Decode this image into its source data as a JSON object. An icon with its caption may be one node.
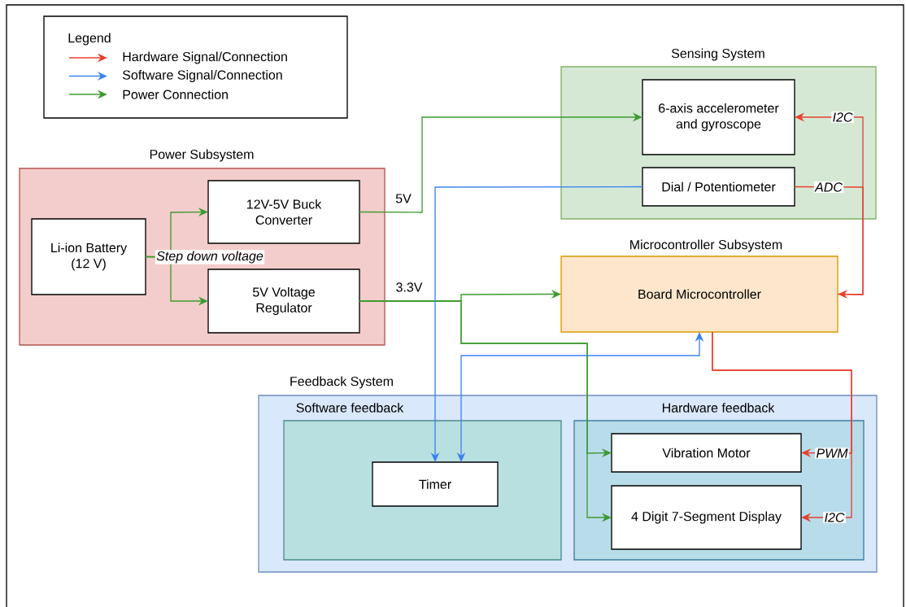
{
  "diagram": {
    "nodes": [
      {
        "text": [
          "Power Subsystem"
        ]
      },
      {
        "text": [
          "Li-ion Battery (12 V)"
        ],
        "in": 0
      },
      {
        "text": [
          "12V-5V Buck Converter"
        ],
        "in": 0
      },
      {
        "text": [
          "5V Voltage Regulator"
        ],
        "in": 0
      },
      {
        "text": [
          "Sensing System"
        ]
      },
      {
        "text": [
          "6-axis accelerometer and gyroscope"
        ],
        "in": 4
      },
      {
        "text": [
          "Dial / Potentiometer"
        ],
        "in": 4
      },
      {
        "text": [
          "Microcontroller Subsystem",
          "Board Microcontroller"
        ]
      },
      {
        "text": [
          "Feedback System"
        ]
      },
      {
        "text": [
          "Software feedback"
        ],
        "in": 8
      },
      {
        "text": [
          "Timer"
        ],
        "in": 9
      },
      {
        "text": [
          "Hardware feedback"
        ],
        "in": 8
      },
      {
        "text": [
          "Vibration Motor"
        ],
        "in": 11
      },
      {
        "text": [
          "4 Digit 7-Segment Display"
        ],
        "in": 11
      }
    ],
    "edges": [
      {
        "from": 1,
        "to": 2,
        "arrow": "to",
        "label": "Step down voltage",
        "color": "#3d9a2e"
      },
      {
        "from": 1,
        "to": 3,
        "arrow": "to",
        "color": "#3d9a2e"
      },
      {
        "from": 2,
        "to": 5,
        "arrow": "to",
        "label": "5V",
        "color": "#3d9a2e"
      },
      {
        "from": 3,
        "to": 7,
        "arrow": "to",
        "label": "3.3V",
        "color": "#3d9a2e"
      },
      {
        "from": 3,
        "to": 12,
        "arrow": "to",
        "color": "#3d9a2e"
      },
      {
        "from": 3,
        "to": 13,
        "arrow": "to",
        "color": "#3d9a2e"
      },
      {
        "from": 6,
        "to": 10,
        "arrow": "to",
        "color": "#3b82f0"
      },
      {
        "from": 10,
        "to": 7,
        "arrow": "both",
        "color": "#3b82f0"
      },
      {
        "from": 6,
        "to": 7,
        "arrow": "to",
        "label": "ADC",
        "color": "#e8402f"
      },
      {
        "from": 7,
        "to": 5,
        "arrow": "to",
        "label": "I2C",
        "color": "#e8402f"
      },
      {
        "from": 7,
        "to": 12,
        "arrow": "to",
        "label": "PWM",
        "color": "#e8402f"
      },
      {
        "from": 7,
        "to": 13,
        "arrow": "to",
        "label": "I2C",
        "color": "#e8402f"
      }
    ],
    "labels": [
      "Legend"
    ],
    "legend": [
      {
        "text": "Hardware Signal/Connection"
      },
      {
        "text": "Software Signal/Connection"
      },
      {
        "text": "Power Connection"
      }
    ]
  }
}
